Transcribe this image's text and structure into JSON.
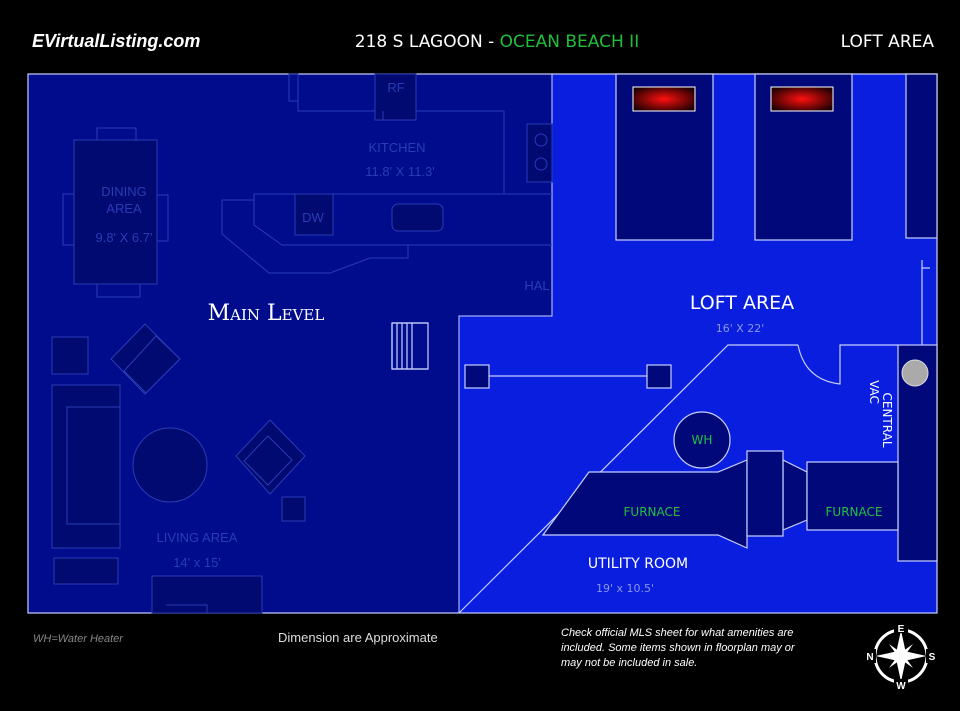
{
  "header": {
    "brand": "EVirtualListing.com",
    "address": "218 S LAGOON - ",
    "community": "OCEAN BEACH II",
    "section": "LOFT AREA"
  },
  "plan": {
    "main_level": "Main Level",
    "kitchen": {
      "name": "KITCHEN",
      "dims": "11.8' X 11.3'"
    },
    "rf": "RF",
    "dw": "DW",
    "dining": {
      "name_line1": "DINING",
      "name_line2": "AREA",
      "dims": "9.8' X 6.7'"
    },
    "hal": "HAL",
    "living": {
      "name": "LIVING AREA",
      "dims": "14' x 15'"
    },
    "loft": {
      "name": "LOFT AREA",
      "dims": "16' X 22'"
    },
    "utility": {
      "name": "UTILITY ROOM",
      "dims": "19' x 10.5'"
    },
    "wh": "WH",
    "furnace1": "FURNACE",
    "furnace2": "FURNACE",
    "central_vac_line1": "CENTRAL",
    "central_vac_line2": "VAC"
  },
  "footer": {
    "legend": "WH=Water Heater",
    "approx": "Dimension are Approximate",
    "disclaimer": "Check official MLS sheet for what amenities are included. Some items shown in floorplan may or may not be included in sale."
  },
  "compass": {
    "n": "N",
    "e": "E",
    "s": "S",
    "w": "W"
  },
  "colors": {
    "main_level": "#000c8c",
    "loft": "#0a1ee0",
    "accent_green": "#22c040",
    "pillow": "#ff1010"
  }
}
